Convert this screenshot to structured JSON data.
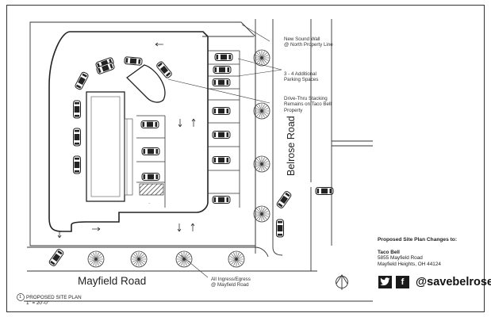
{
  "road_labels": {
    "south_road": "Mayfield Road",
    "east_road": "Belrose Road"
  },
  "callouts": {
    "sound_wall": "New Sound Wall\n@ North Property Line",
    "parking": "3 - 4 Additional\nParking Spaces",
    "drive_thru": "Drive-Thru Stacking\nRemains on Taco Bell\nProperty",
    "ingress": "All Ingress/Egress\n@ Mayfield Road"
  },
  "drawing_title": {
    "number": "1",
    "name": "PROPOSED SITE PLAN",
    "scale": "1\" = 20'-0\""
  },
  "title_block": {
    "heading": "Proposed Site Plan Changes to:",
    "business": "Taco Bell",
    "street": "5855 Mayfield Road",
    "city": "Mayfield Heights, OH  44124"
  },
  "social": {
    "handle": "@savebelrose",
    "icons": [
      "twitter-icon",
      "facebook-icon"
    ]
  },
  "colors": {
    "line": "#333333",
    "background": "#ffffff"
  }
}
